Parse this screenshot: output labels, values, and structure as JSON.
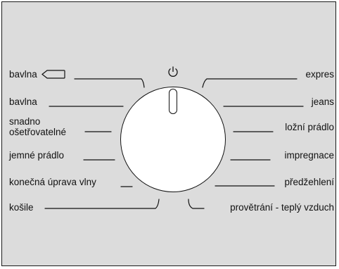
{
  "dial": {
    "power_icon": "power-icon",
    "left_programs": [
      {
        "label": "bavlna",
        "icon": "eco-cotton-icon"
      },
      {
        "label": "bavlna"
      },
      {
        "label": "snadno",
        "label2": "ošetřovatelné"
      },
      {
        "label": "jemné prádlo"
      },
      {
        "label": "konečná úprava vlny"
      },
      {
        "label": "košile"
      }
    ],
    "right_programs": [
      {
        "label": "expres"
      },
      {
        "label": "jeans"
      },
      {
        "label": "ložní prádlo"
      },
      {
        "label": "impregnace"
      },
      {
        "label": "předžehlení"
      },
      {
        "label": "provětrání - teplý vzduch"
      }
    ]
  }
}
